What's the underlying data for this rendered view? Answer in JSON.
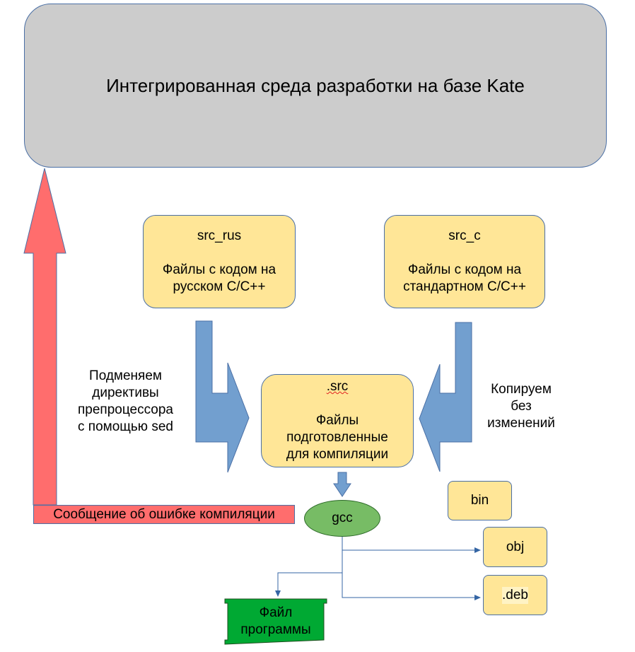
{
  "ide": {
    "title": "Интегрированная среда разработки на базе Kate"
  },
  "src_rus": {
    "name": "src_rus",
    "desc_line1": "Файлы с кодом на",
    "desc_line2": "русском C/C++"
  },
  "src_c": {
    "name": "src_c",
    "desc_line1": "Файлы с кодом на",
    "desc_line2": "стандартном C/C++"
  },
  "src": {
    "name": ".src",
    "desc_line1": "Файлы",
    "desc_line2": "подготовленные",
    "desc_line3": "для компиляции"
  },
  "left_label": {
    "line1": "Подменяем",
    "line2": "директивы",
    "line3": "препроцессора",
    "line4": "с помощью sed"
  },
  "right_label": {
    "line1": "Копируем",
    "line2": "без",
    "line3": "изменений"
  },
  "error_message": "Сообщение об ошибке компиляции",
  "gcc": "gcc",
  "program_file": {
    "line1": "Файл",
    "line2": "программы"
  },
  "outputs": {
    "bin": "bin",
    "obj": "obj",
    "deb": ".deb"
  },
  "colors": {
    "ide_fill": "#cccccc",
    "file_fill": "#ffe697",
    "arrow_blue": "#729fcf",
    "error_red": "#ff6d6d",
    "gcc_green": "#77bc65",
    "program_green": "#00a933",
    "connector": "#3465a4"
  }
}
